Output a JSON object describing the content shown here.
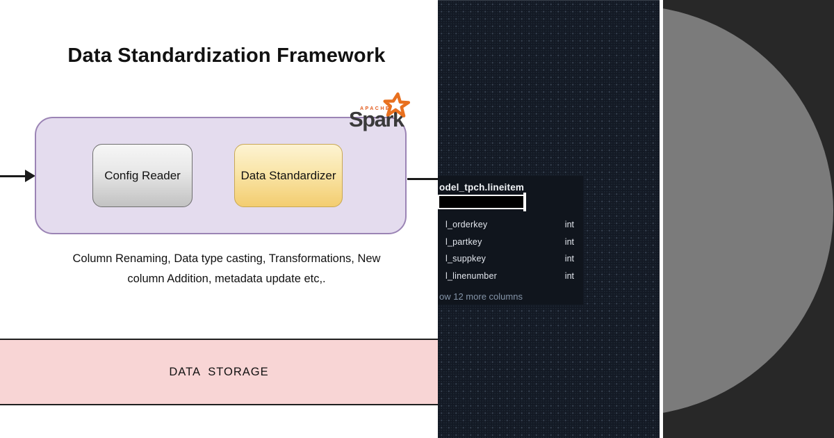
{
  "left_panel": {
    "title": "Data Standardization Framework",
    "config_reader_label": "Config Reader",
    "data_standardizer_label": "Data Standardizer",
    "spark": {
      "apache": "APACHE",
      "name": "Spark"
    },
    "description_line1": "Column Renaming, Data type casting, Transformations, New",
    "description_line2": "column Addition, metadata update etc,.",
    "storage_label": "DATA  STORAGE"
  },
  "schema_card": {
    "table_name": "odel_tpch.lineitem",
    "input_value": "",
    "columns": [
      {
        "name": "l_orderkey",
        "type": "int"
      },
      {
        "name": "l_partkey",
        "type": "int"
      },
      {
        "name": "l_suppkey",
        "type": "int"
      },
      {
        "name": "l_linenumber",
        "type": "int"
      }
    ],
    "more_columns_label": "ow 12 more columns"
  },
  "colors": {
    "framework_fill": "#e4dcee",
    "framework_border": "#9b84b5",
    "config_reader_fill": "#d9d9d9",
    "standardizer_fill": "#f3cd70",
    "storage_fill": "#f8d5d5",
    "spark_orange": "#e25a1c",
    "panel_bg": "#131924",
    "panel_dot": "#35404f",
    "card_bg": "#10151d",
    "muted_text": "#8494a8",
    "divider_white": "#fdfdfd",
    "right_bg": "#282828",
    "circle_gray": "#7b7b7b"
  }
}
